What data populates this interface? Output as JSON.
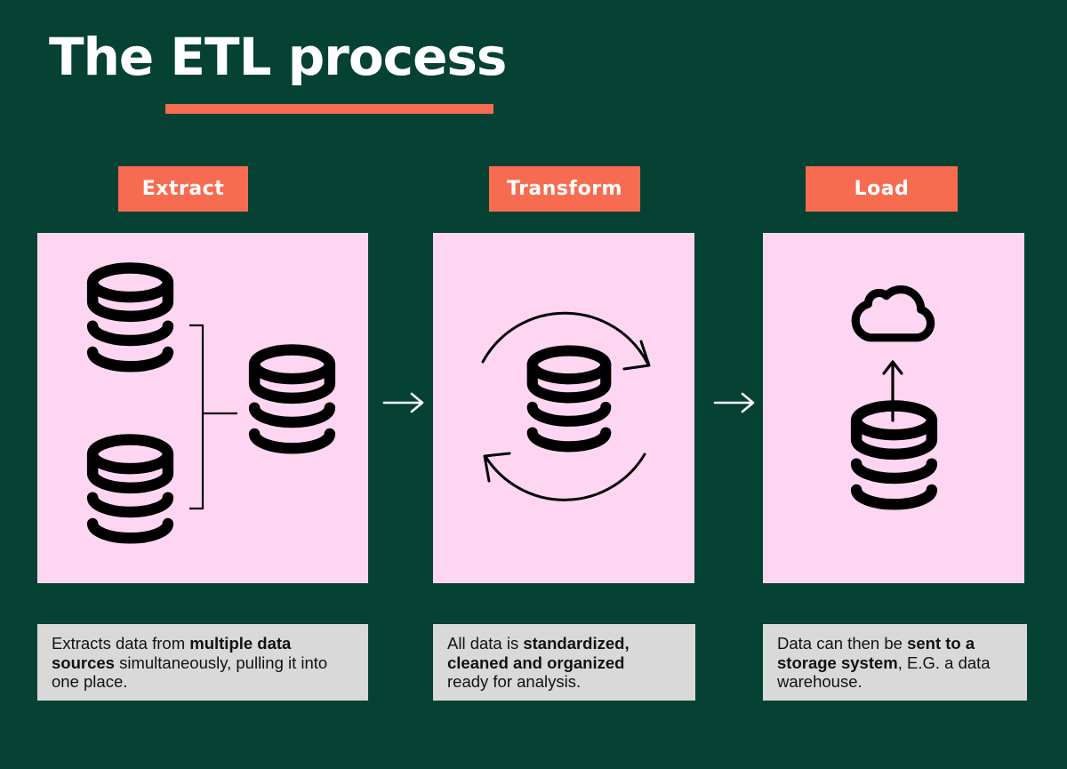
{
  "title": {
    "text": "The ETL process"
  },
  "colors": {
    "background": "#054233",
    "panel_pink": "#ffd6f2",
    "accent_orange": "#f76c51",
    "description_box_gray": "#d9d9d9",
    "icon_black": "#000000",
    "title_white": "#ffffff"
  },
  "stages": [
    {
      "label": "Extract",
      "icon": "multi-database-merge-icon",
      "description_runs": [
        {
          "t": "Extracts data from ",
          "b": false
        },
        {
          "t": "multiple data sources",
          "b": true
        },
        {
          "t": " simultaneously, pulling it into one place.",
          "b": false
        }
      ]
    },
    {
      "label": "Transform",
      "icon": "database-sync-arrows-icon",
      "description_runs": [
        {
          "t": "All data is ",
          "b": false
        },
        {
          "t": "standardized, cleaned and organized",
          "b": true
        },
        {
          "t": " ready for analysis.",
          "b": false
        }
      ]
    },
    {
      "label": "Load",
      "icon": "database-to-cloud-upload-icon",
      "description_runs": [
        {
          "t": "Data can then be ",
          "b": false
        },
        {
          "t": "sent to a storage system",
          "b": true
        },
        {
          "t": ", E.G. a data warehouse.",
          "b": false
        }
      ]
    }
  ],
  "flow": {
    "direction": "left-to-right",
    "arrow_glyph": "→"
  }
}
